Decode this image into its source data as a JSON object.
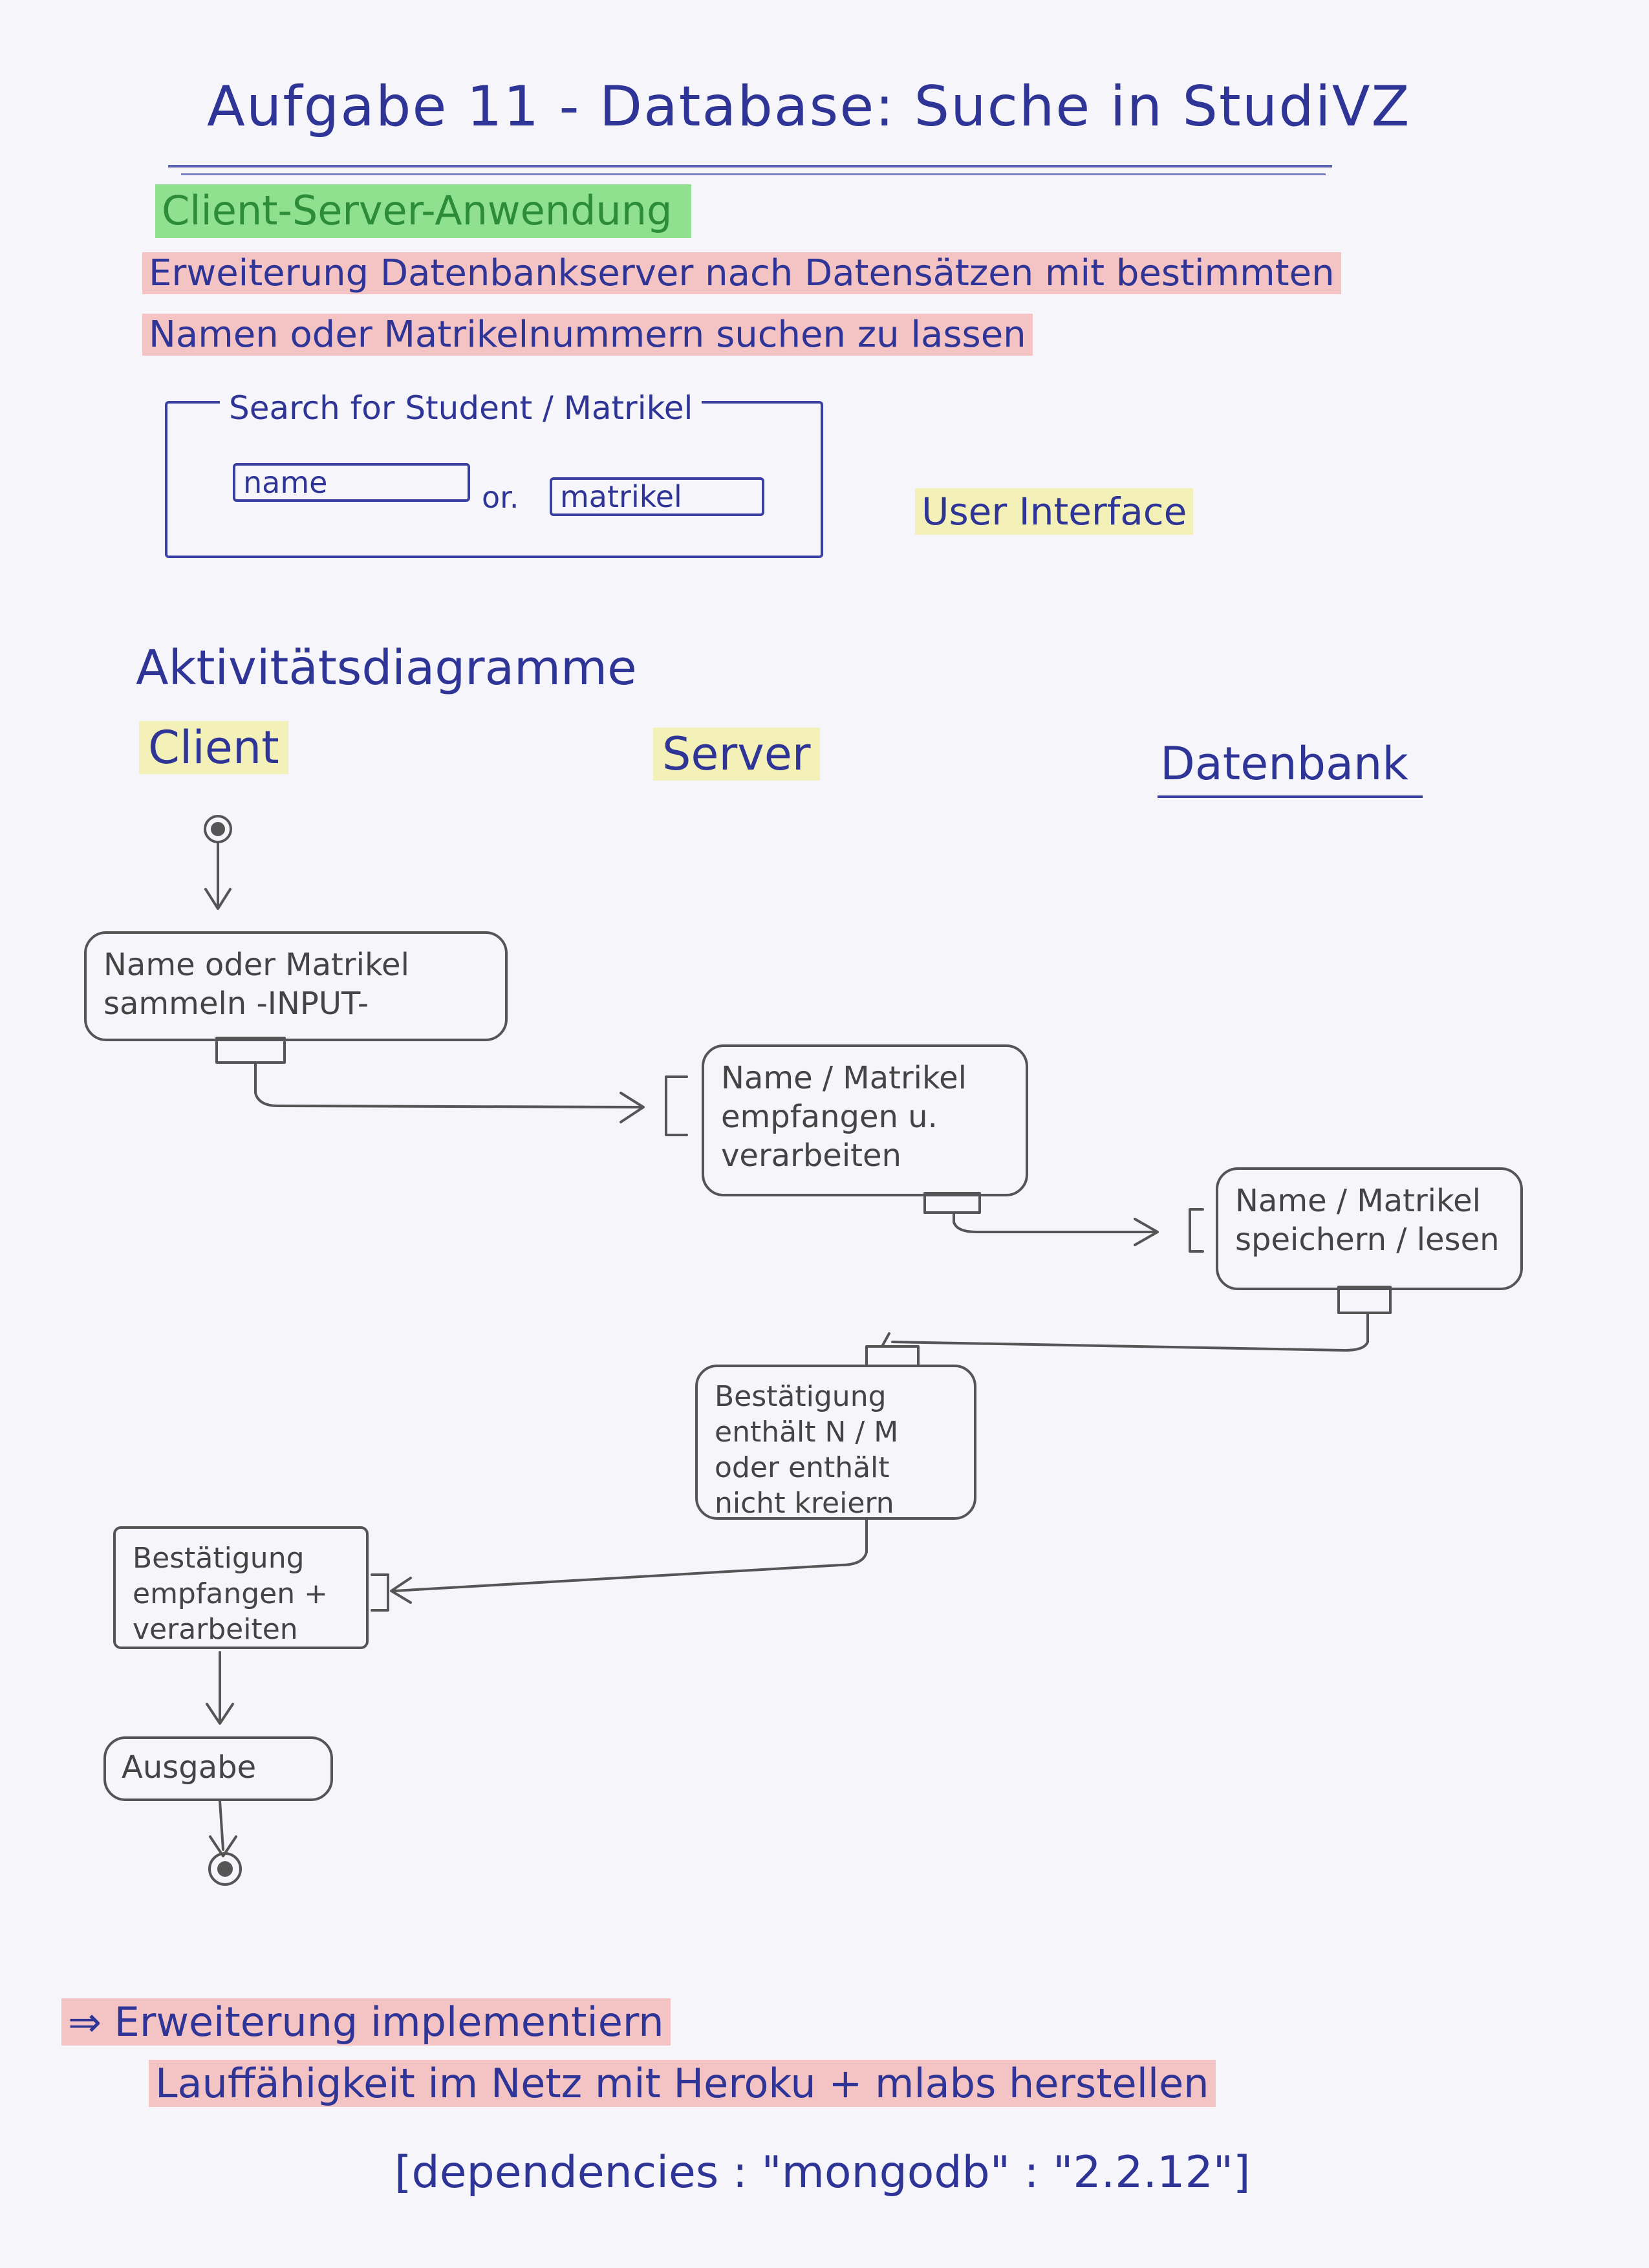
{
  "title": "Aufgabe 11 - Database: Suche in StudiVZ",
  "section": "Client-Server-Anwendung",
  "description": [
    "Erweiterung Datenbankserver nach Datensätzen mit bestimmten",
    "Namen oder Matrikelnummern suchen zu lassen"
  ],
  "ui_sketch": {
    "legend": "Search for Student / Matrikel",
    "name_field": "name",
    "or_text": "or.",
    "matrikel_field": "matrikel",
    "label": "User Interface"
  },
  "activity": {
    "heading": "Aktivitätsdiagramme",
    "lanes": [
      "Client",
      "Server",
      "Datenbank"
    ],
    "nodes": {
      "collect": "Name oder Matrikel sammeln -INPUT-",
      "server_process": "Name / Matrikel empfangen u. verarbeiten",
      "db_store": "Name / Matrikel speichern / lesen",
      "confirm": "Bestätigung enthält N / M oder enthält nicht kreiern",
      "client_confirm": "Bestätigung empfangen + verarbeiten",
      "output": "Ausgabe"
    }
  },
  "footer": {
    "line1": "⇒ Erweiterung implementiern",
    "line2": "Lauffähigkeit im Netz mit Heroku + mlabs herstellen",
    "dependencies": "[dependencies : \"mongodb\" : \"2.2.12\"]"
  },
  "colors": {
    "ink": "#2f3596",
    "pencil": "#555555",
    "highlight_green": "#8fe08f",
    "highlight_red": "#f4c3c3",
    "highlight_yellow": "#f3f0b8"
  }
}
